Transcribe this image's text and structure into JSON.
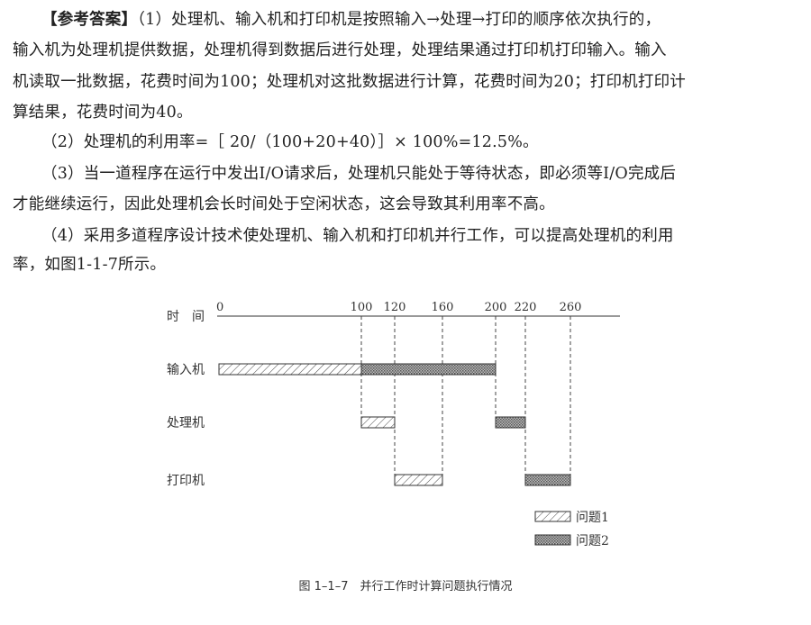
{
  "answer": {
    "heading": "【参考答案】",
    "lines": [
      "（1）处理机、输入机和打印机是按照输入→处理→打印的顺序依次执行的，",
      "输入机为处理机提供数据，处理机得到数据后进行处理，处理结果通过打印机打印输入。输入",
      "机读取一批数据，花费时间为100；处理机对这批数据进行计算，花费时间为20；打印机打印计",
      "算结果，花费时间为40。",
      "（2）处理机的利用率=［ 20/（100+20+40）］× 100%=12.5%。",
      "（3）当一道程序在运行中发出I/O请求后，处理机只能处于等待状态，即必须等I/O完成后",
      "才能继续运行，因此处理机会长时间处于空闲状态，这会导致其利用率不高。",
      "（4）采用多道程序设计技术使处理机、输入机和打印机并行工作，可以提高处理机的利用",
      "率，如图1-1-7所示。"
    ]
  },
  "chart_data": {
    "type": "gantt",
    "axis_label": "时　间",
    "ticks": [
      0,
      100,
      120,
      160,
      200,
      220,
      260
    ],
    "rows": [
      "输入机",
      "处理机",
      "打印机"
    ],
    "bars": [
      {
        "row": 0,
        "start": 0,
        "end": 100,
        "series": 0
      },
      {
        "row": 0,
        "start": 100,
        "end": 200,
        "series": 1
      },
      {
        "row": 1,
        "start": 100,
        "end": 120,
        "series": 0
      },
      {
        "row": 1,
        "start": 200,
        "end": 220,
        "series": 1
      },
      {
        "row": 2,
        "start": 120,
        "end": 160,
        "series": 0
      },
      {
        "row": 2,
        "start": 220,
        "end": 260,
        "series": 1
      }
    ],
    "legend": [
      "问题1",
      "问题2"
    ],
    "legend_position": "bottom-right"
  },
  "caption": "图 1–1–7　并行工作时计算问题执行情况"
}
